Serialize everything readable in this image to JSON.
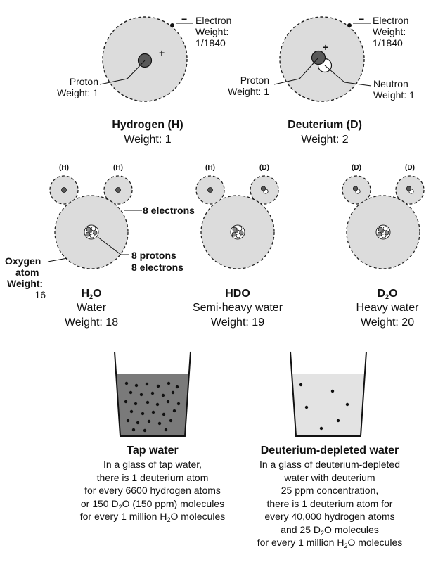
{
  "hydrogen_atom": {
    "electron_label": "Electron",
    "electron_weight": "Weight:",
    "electron_weight_value": "1/1840",
    "proton_label": "Proton",
    "proton_weight": "Weight: 1",
    "title": "Hydrogen (H)",
    "weight": "Weight: 1"
  },
  "deuterium_atom": {
    "electron_label": "Electron",
    "electron_weight": "Weight:",
    "electron_weight_value": "1/1840",
    "proton_label": "Proton",
    "proton_weight": "Weight: 1",
    "neutron_label": "Neutron",
    "neutron_weight": "Weight: 1",
    "title": "Deuterium (D)",
    "weight": "Weight: 2"
  },
  "charges": {
    "plus": "+",
    "minus": "−"
  },
  "molecules": {
    "h_tag": "(H)",
    "d_tag": "(D)",
    "electrons_label": "8 electrons",
    "protons_label": "8 protons",
    "inner_electrons_label": "8 electrons",
    "oxygen_label_1": "Oxygen",
    "oxygen_label_2": "atom",
    "oxygen_weight": "Weight:",
    "oxygen_weight_value": "16",
    "h2o_formula_a": "H",
    "h2o_formula_sub": "2",
    "h2o_formula_b": "O",
    "h2o_name": "Water",
    "h2o_weight": "Weight: 18",
    "hdo_formula": "HDO",
    "hdo_name": "Semi-heavy water",
    "hdo_weight": "Weight: 19",
    "d2o_formula_a": "D",
    "d2o_formula_sub": "2",
    "d2o_formula_b": "O",
    "d2o_name": "Heavy water",
    "d2o_weight": "Weight: 20"
  },
  "tap_water": {
    "title": "Tap water",
    "line1": "In a glass of tap water,",
    "line2": "there is 1 deuterium atom",
    "line3": "for every 6600 hydrogen atoms",
    "line4a": "or 150 D",
    "line4sub": "2",
    "line4b": "O (150 ppm) molecules",
    "line5a": "for every 1 million H",
    "line5sub": "2",
    "line5b": "O molecules"
  },
  "ddw": {
    "title": "Deuterium-depleted water",
    "line1": "In a glass of deuterium-depleted",
    "line2": "water with deuterium",
    "line3": "25 ppm concentration,",
    "line4": "there is 1 deuterium atom for",
    "line5": "every 40,000 hydrogen atoms",
    "line6a": "and 25 D",
    "line6sub": "2",
    "line6b": "O molecules",
    "line7a": "for every 1 million H",
    "line7sub": "2",
    "line7b": "O molecules"
  },
  "colors": {
    "shell_fill": "#dcdcdc",
    "dark_particle": "#595959",
    "tap_water_fill": "#7a7a7a",
    "ddw_water_fill": "#e3e3e3"
  }
}
